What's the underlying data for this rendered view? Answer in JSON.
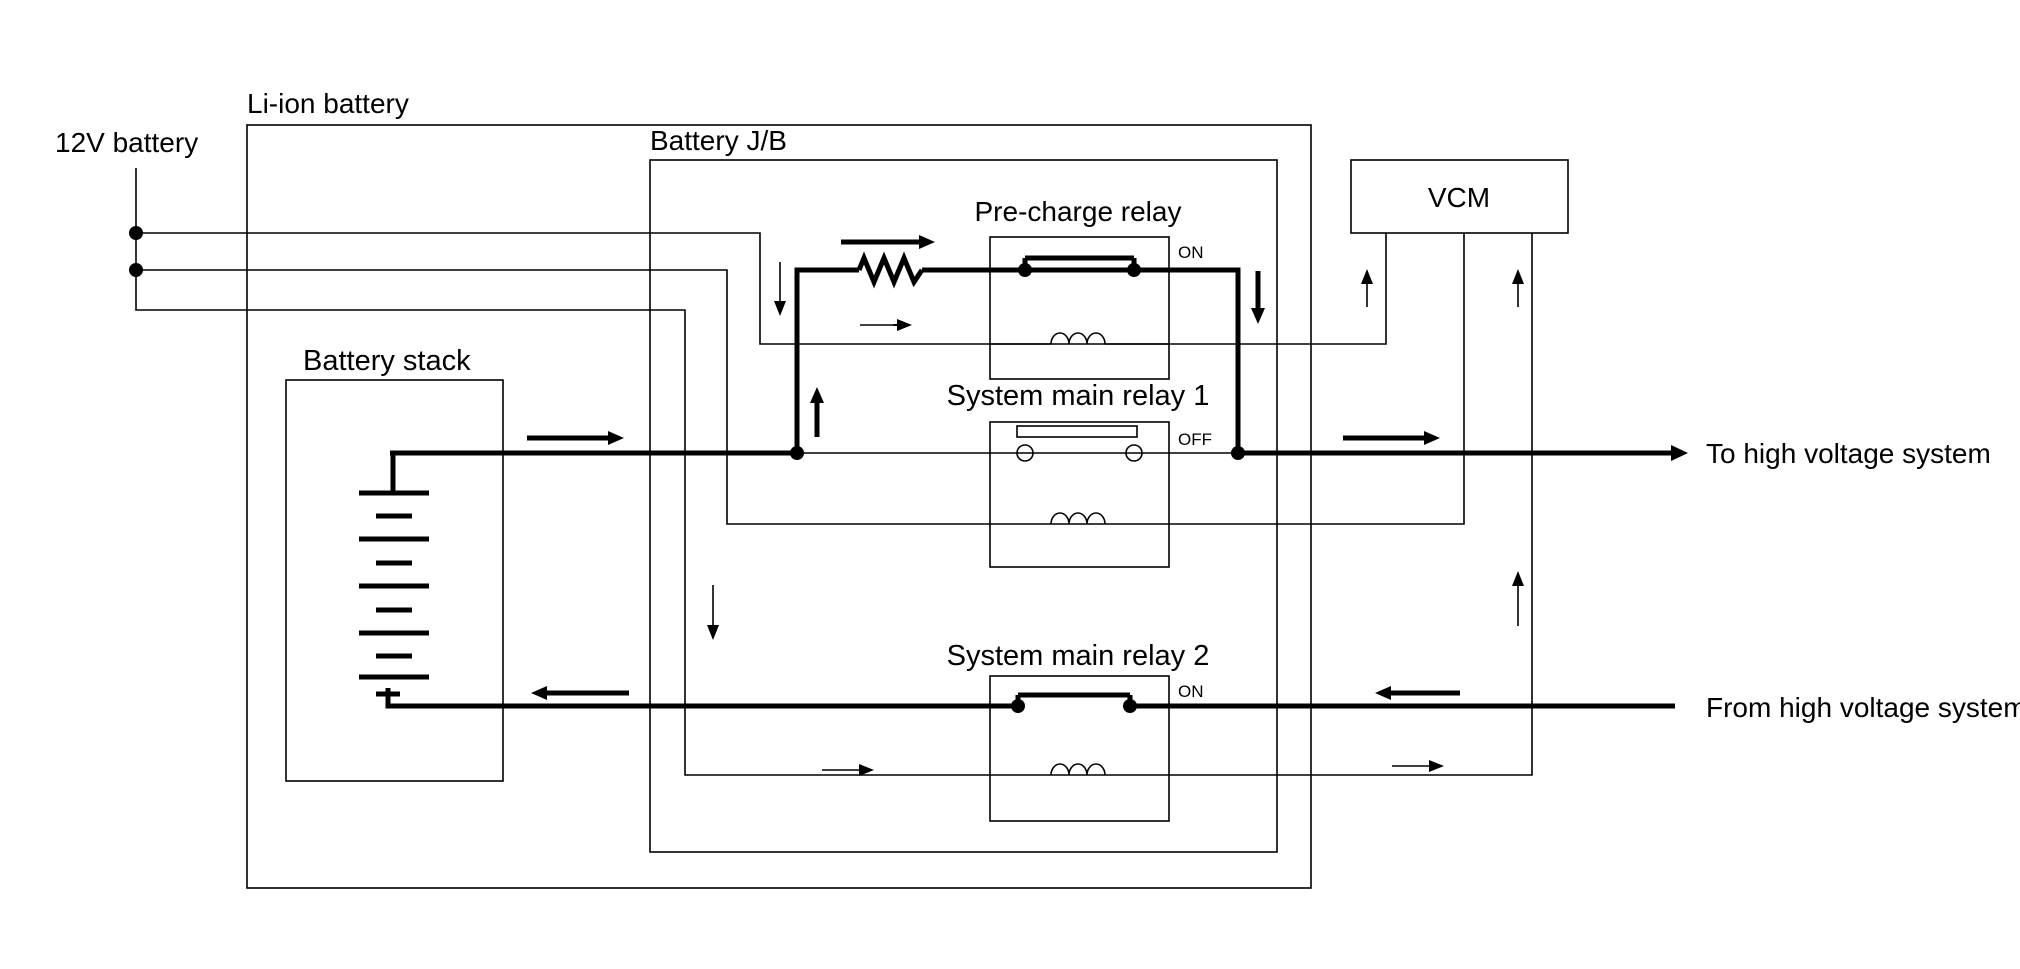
{
  "labels": {
    "li_ion_battery": "Li-ion battery",
    "battery_jb": "Battery J/B",
    "twelve_v_battery": "12V battery",
    "vcm": "VCM",
    "battery_stack": "Battery stack",
    "pre_charge_relay": "Pre-charge relay",
    "system_main_relay_1": "System main relay 1",
    "system_main_relay_2": "System main relay 2",
    "to_high_voltage_system": "To high voltage system",
    "from_high_voltage_system": "From high voltage system"
  },
  "relay_states": {
    "pre_charge_relay": "ON",
    "system_main_relay_1": "OFF",
    "system_main_relay_2": "ON"
  }
}
